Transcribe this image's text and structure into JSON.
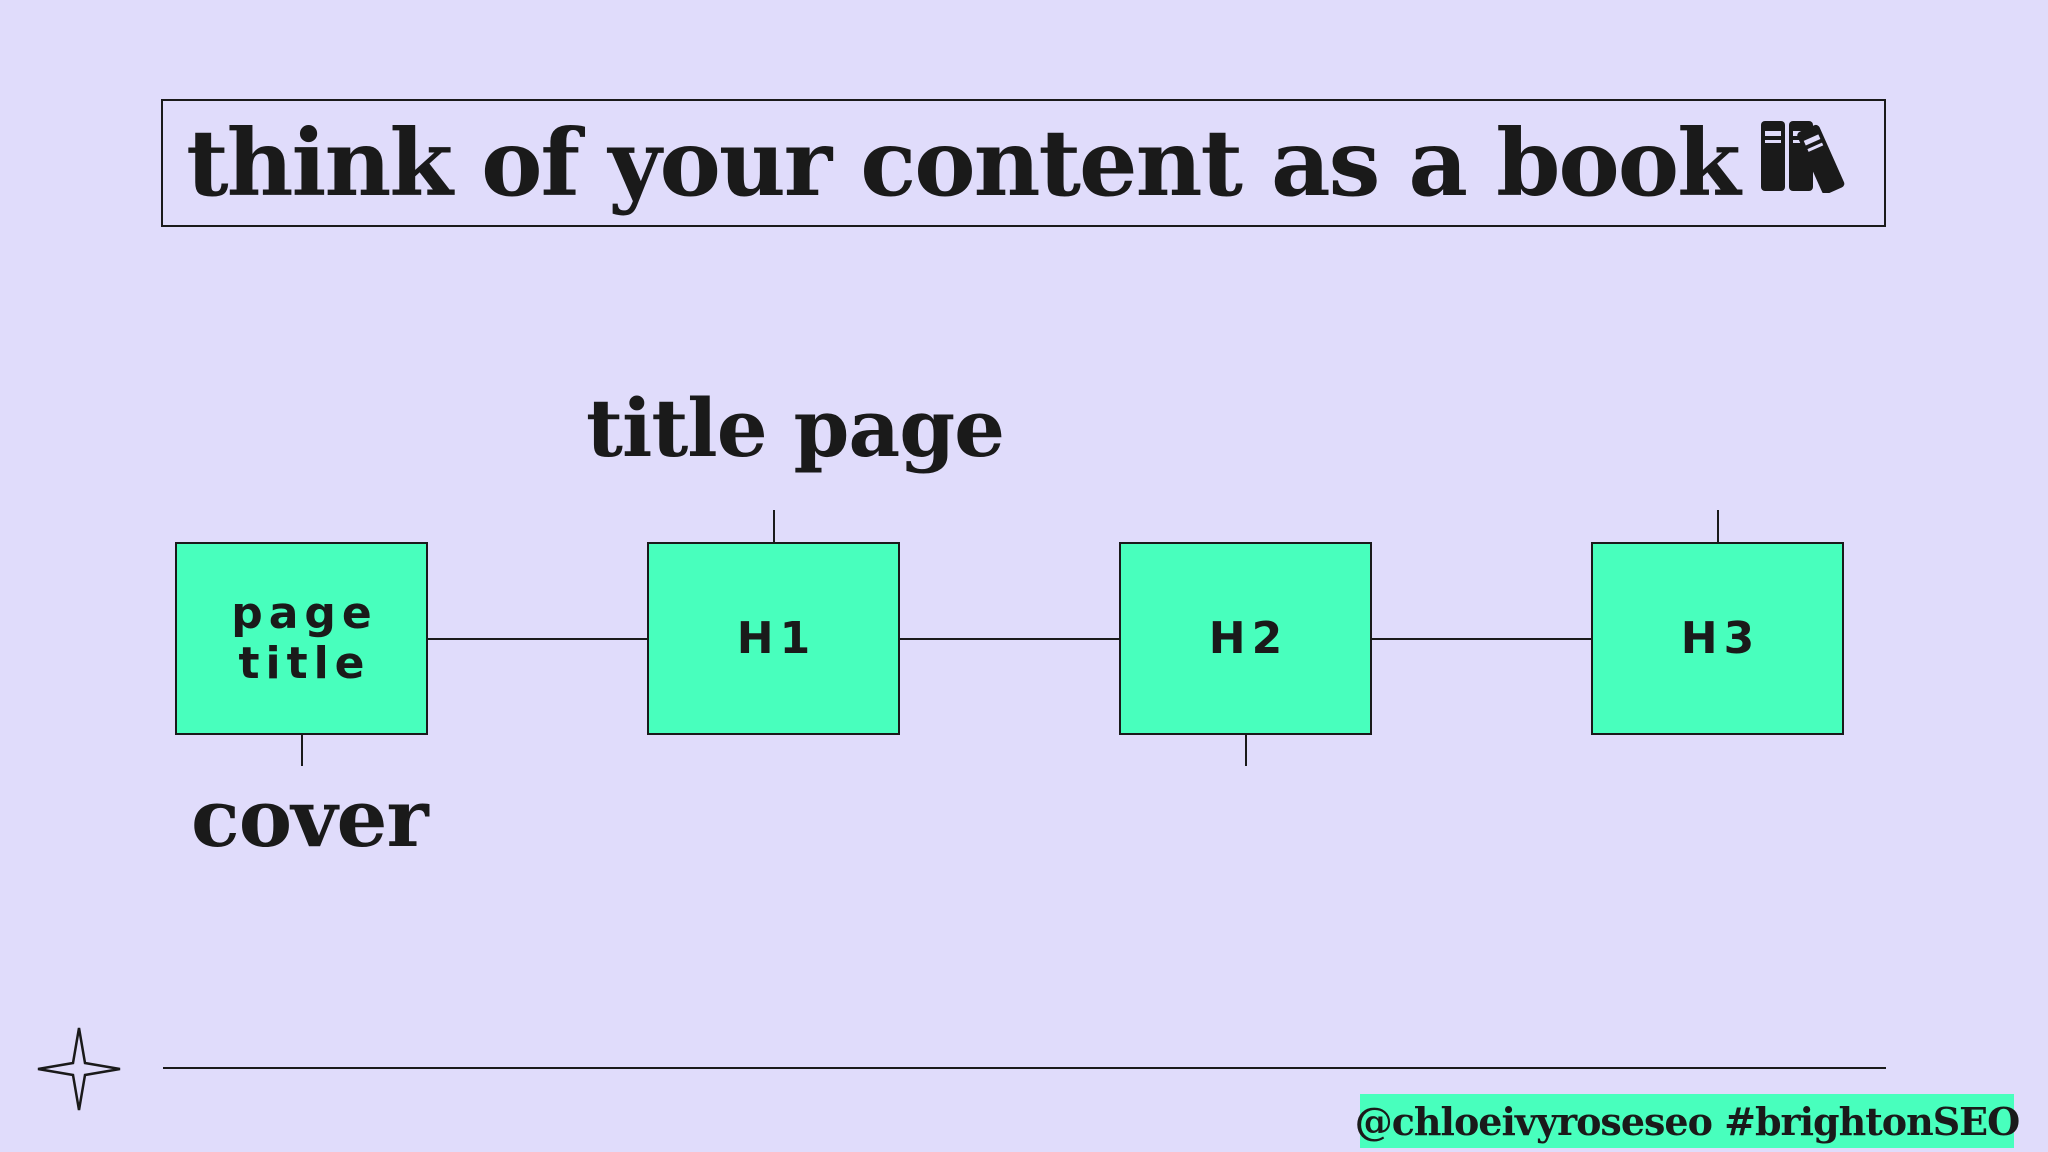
{
  "slide": {
    "title": "think of your content as a book",
    "title_icon": "books-icon",
    "footer_handle": "@chloeivyroseseo #brightonSEO",
    "corner_icon": "four-point-star-icon"
  },
  "diagram": {
    "nodes": [
      {
        "id": "page-title",
        "label": "page title"
      },
      {
        "id": "h1",
        "label": "H1"
      },
      {
        "id": "h2",
        "label": "H2"
      },
      {
        "id": "h3",
        "label": "H3"
      }
    ],
    "annotations": [
      {
        "node": "page-title",
        "label": "cover"
      },
      {
        "node": "h1",
        "label": "title page"
      }
    ]
  },
  "colors": {
    "background": "#e0dcfb",
    "node_fill": "#48ffbd",
    "ink": "#1a1a1a"
  }
}
